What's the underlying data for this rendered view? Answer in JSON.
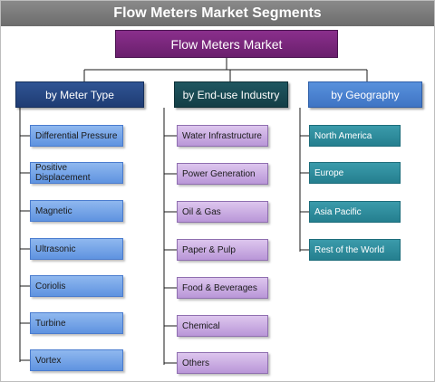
{
  "title": "Flow Meters Market Segments",
  "root": {
    "label": "Flow Meters Market"
  },
  "branches": {
    "type": {
      "label": "by Meter Type",
      "items": [
        "Differential Pressure",
        "Positive Displacement",
        "Magnetic",
        "Ultrasonic",
        "Coriolis",
        "Turbine",
        "Vortex"
      ]
    },
    "enduse": {
      "label": "by End-use Industry",
      "items": [
        "Water Infrastructure",
        "Power Generation",
        "Oil & Gas",
        "Paper & Pulp",
        "Food & Beverages",
        "Chemical",
        "Others"
      ]
    },
    "geo": {
      "label": "by Geography",
      "items": [
        "North America",
        "Europe",
        "Asia Pacific",
        "Rest of the World"
      ]
    }
  },
  "colors": {
    "root": "#7a2a7d",
    "type_header": "#2a4a86",
    "enduse_header": "#1a4a53",
    "geo_header": "#4a84d2",
    "type_item": "#7aa8ea",
    "enduse_item": "#c9ade2",
    "geo_item": "#2e8d9d"
  }
}
